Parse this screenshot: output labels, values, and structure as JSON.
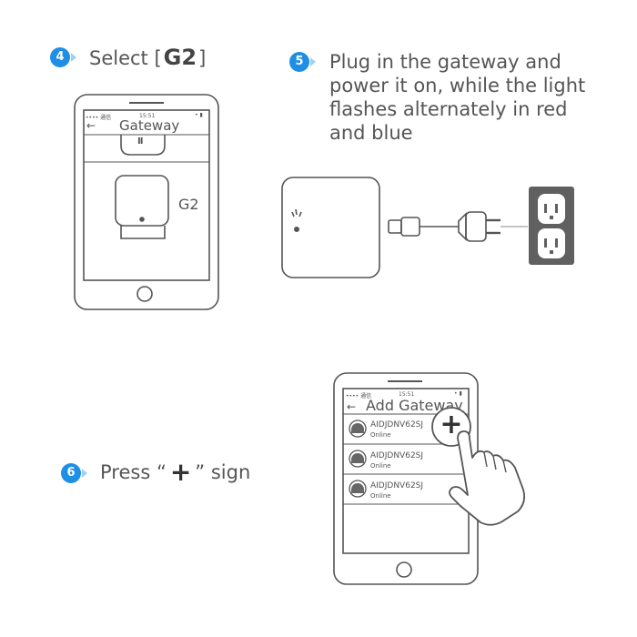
{
  "steps": {
    "step4": {
      "number": "4",
      "prefix": "Select [",
      "code": "G2",
      "suffix": "]"
    },
    "step5": {
      "number": "5",
      "lines": [
        "Plug in the gateway and",
        "power it on, while the light",
        "flashes alternately in red",
        "and blue"
      ]
    },
    "step6": {
      "number": "6",
      "prefix": "Press “",
      "symbol": "+",
      "suffix": "” sign"
    }
  },
  "phone1": {
    "time": "15:51",
    "battery": "• ▮",
    "carrier": "•••• 通信",
    "back_glyph": "←",
    "title": "Gateway",
    "pause_glyph": "II",
    "device_label": "G2"
  },
  "phone2": {
    "time": "15:51",
    "carrier": "•••• 通信",
    "battery": "• ▮",
    "back_glyph": "←",
    "title": "Add Gateway",
    "devices": [
      {
        "id": "AIDJDNV62SJ",
        "status": "Online"
      },
      {
        "id": "AIDJDNV62SJ",
        "status": "Online"
      },
      {
        "id": "AIDJDNV62SJ",
        "status": "Online"
      }
    ],
    "plus_glyph": "+"
  },
  "colors": {
    "accent_blue": "#1f8fe6",
    "line_gray": "#555555",
    "outlet_gray": "#606060"
  }
}
